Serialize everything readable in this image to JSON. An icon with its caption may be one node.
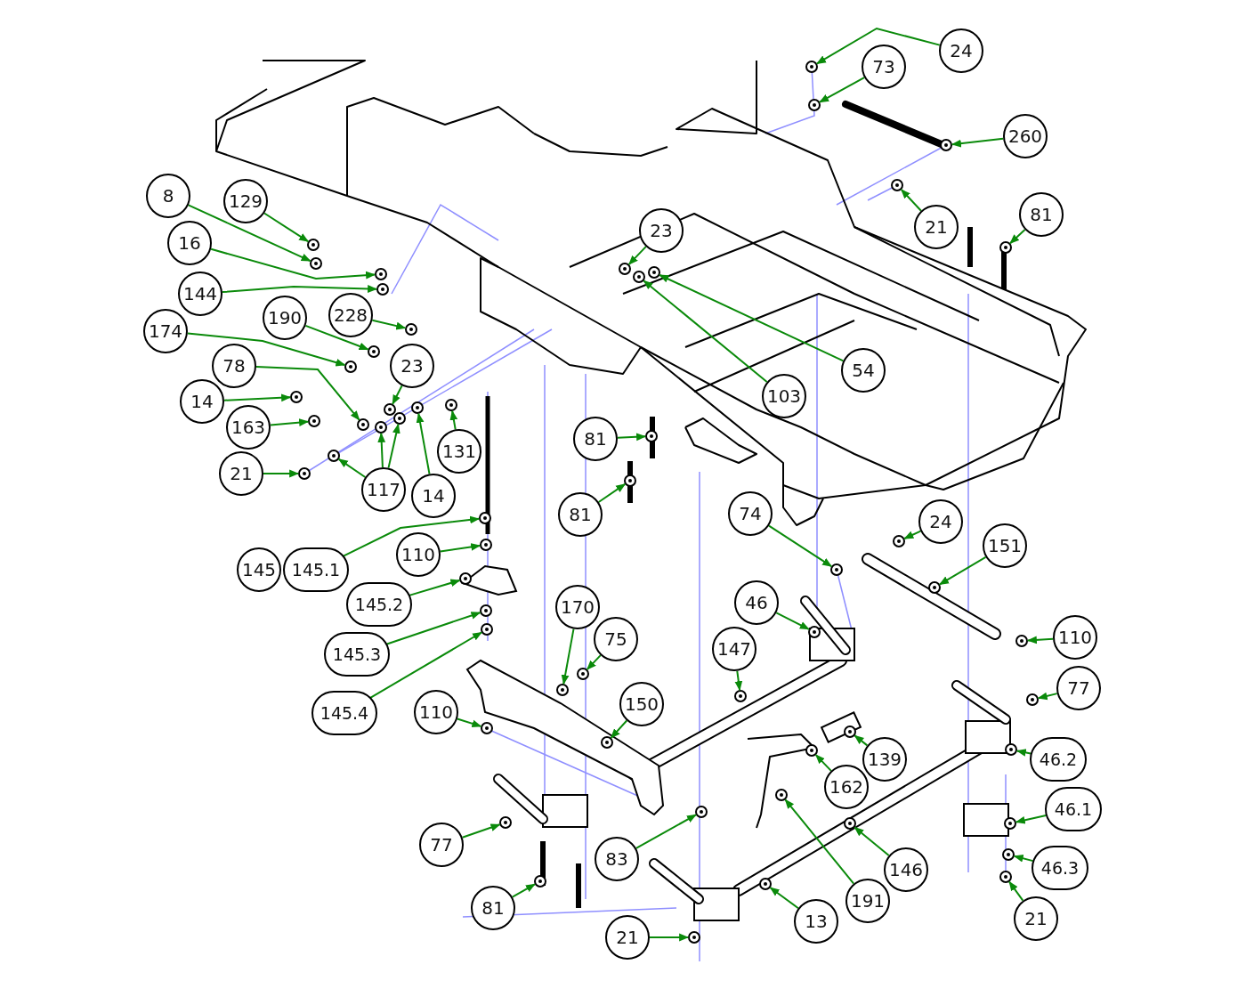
{
  "diagram": {
    "nodes": [
      {
        "text": [
          "24"
        ]
      },
      {
        "text": [
          "73"
        ]
      },
      {
        "text": [
          "260"
        ]
      },
      {
        "text": [
          "8"
        ]
      },
      {
        "text": [
          "129"
        ]
      },
      {
        "text": [
          "21"
        ]
      },
      {
        "text": [
          "81"
        ]
      },
      {
        "text": [
          "23"
        ]
      },
      {
        "text": [
          "16"
        ]
      },
      {
        "text": [
          "144"
        ]
      },
      {
        "text": [
          "190"
        ]
      },
      {
        "text": [
          "228"
        ]
      },
      {
        "text": [
          "174"
        ]
      },
      {
        "text": [
          "23"
        ]
      },
      {
        "text": [
          "78"
        ]
      },
      {
        "text": [
          "54"
        ]
      },
      {
        "text": [
          "103"
        ]
      },
      {
        "text": [
          "14"
        ]
      },
      {
        "text": [
          "163"
        ]
      },
      {
        "text": [
          "81"
        ]
      },
      {
        "text": [
          "131"
        ]
      },
      {
        "text": [
          "21"
        ]
      },
      {
        "text": [
          "117"
        ]
      },
      {
        "text": [
          "14"
        ]
      },
      {
        "text": [
          "81"
        ]
      },
      {
        "text": [
          "74"
        ]
      },
      {
        "text": [
          "24"
        ]
      },
      {
        "text": [
          "151"
        ]
      },
      {
        "text": [
          "110"
        ]
      },
      {
        "text": [
          "145"
        ]
      },
      {
        "text": [
          "145.1"
        ]
      },
      {
        "text": [
          "145.2"
        ]
      },
      {
        "text": [
          "170"
        ]
      },
      {
        "text": [
          "46"
        ]
      },
      {
        "text": [
          "75"
        ]
      },
      {
        "text": [
          "110"
        ]
      },
      {
        "text": [
          "147"
        ]
      },
      {
        "text": [
          "145.3"
        ]
      },
      {
        "text": [
          "77"
        ]
      },
      {
        "text": [
          "150"
        ]
      },
      {
        "text": [
          "110"
        ]
      },
      {
        "text": [
          "145.4"
        ]
      },
      {
        "text": [
          "139"
        ]
      },
      {
        "text": [
          "46.2"
        ]
      },
      {
        "text": [
          "162"
        ]
      },
      {
        "text": [
          "46.1"
        ]
      },
      {
        "text": [
          "77"
        ]
      },
      {
        "text": [
          "83"
        ]
      },
      {
        "text": [
          "146"
        ]
      },
      {
        "text": [
          "46.3"
        ]
      },
      {
        "text": [
          "191"
        ]
      },
      {
        "text": [
          "81"
        ]
      },
      {
        "text": [
          "13"
        ]
      },
      {
        "text": [
          "21"
        ]
      },
      {
        "text": [
          "21"
        ]
      },
      {
        "text": [],
        "shape": "picture"
      },
      {
        "text": [],
        "shape": "picture"
      },
      {
        "text": [],
        "shape": "picture"
      },
      {
        "text": [],
        "shape": "picture"
      },
      {
        "text": [],
        "shape": "picture"
      },
      {
        "text": [],
        "shape": "picture"
      },
      {
        "text": [],
        "shape": "picture"
      },
      {
        "text": [],
        "shape": "picture"
      },
      {
        "text": [],
        "shape": "picture"
      },
      {
        "text": [],
        "shape": "picture"
      },
      {
        "text": [],
        "shape": "picture"
      },
      {
        "text": [],
        "shape": "picture"
      },
      {
        "text": [],
        "shape": "picture"
      },
      {
        "text": [],
        "shape": "picture"
      },
      {
        "text": [],
        "shape": "picture"
      },
      {
        "text": [],
        "shape": "picture"
      },
      {
        "text": [],
        "shape": "picture"
      },
      {
        "text": [],
        "shape": "picture"
      },
      {
        "text": [],
        "shape": "picture"
      },
      {
        "text": [],
        "shape": "picture"
      },
      {
        "text": [],
        "shape": "picture"
      },
      {
        "text": [],
        "shape": "picture"
      },
      {
        "text": [],
        "shape": "picture"
      },
      {
        "text": [],
        "shape": "picture"
      },
      {
        "text": [],
        "shape": "picture"
      },
      {
        "text": [],
        "shape": "picture"
      },
      {
        "text": [],
        "shape": "picture"
      },
      {
        "text": [],
        "shape": "picture"
      },
      {
        "text": [],
        "shape": "picture"
      },
      {
        "text": [],
        "shape": "picture"
      },
      {
        "text": [],
        "shape": "picture"
      },
      {
        "text": [],
        "shape": "picture"
      },
      {
        "text": [],
        "shape": "picture"
      },
      {
        "text": [],
        "shape": "picture"
      },
      {
        "text": [],
        "shape": "picture"
      },
      {
        "text": [],
        "shape": "picture"
      },
      {
        "text": [],
        "shape": "picture"
      },
      {
        "text": [],
        "shape": "picture"
      },
      {
        "text": [],
        "shape": "picture"
      },
      {
        "text": [],
        "shape": "picture"
      },
      {
        "text": [],
        "shape": "picture"
      },
      {
        "text": [],
        "shape": "picture"
      },
      {
        "text": [],
        "shape": "picture"
      },
      {
        "text": [],
        "shape": "picture"
      },
      {
        "text": [],
        "shape": "picture"
      },
      {
        "text": [],
        "shape": "picture"
      },
      {
        "text": [],
        "shape": "picture"
      },
      {
        "text": [],
        "shape": "picture"
      },
      {
        "text": [],
        "shape": "picture"
      },
      {
        "text": [],
        "shape": "picture"
      },
      {
        "text": [],
        "shape": "picture"
      },
      {
        "text": [],
        "shape": "picture"
      },
      {
        "text": [],
        "shape": "picture"
      },
      {
        "text": [],
        "shape": "picture"
      },
      {
        "text": [],
        "shape": "picture"
      },
      {
        "text": [],
        "shape": "picture"
      }
    ],
    "edges": [
      {
        "from": 0,
        "to": 55,
        "arrow": "to"
      },
      {
        "from": 1,
        "to": 56,
        "arrow": "to"
      },
      {
        "from": 2,
        "to": 57,
        "arrow": "to"
      },
      {
        "from": 3,
        "to": 58,
        "arrow": "to"
      },
      {
        "from": 4,
        "to": 59,
        "arrow": "to"
      },
      {
        "from": 5,
        "to": 60,
        "arrow": "to"
      },
      {
        "from": 6,
        "to": 61,
        "arrow": "to"
      },
      {
        "from": 7,
        "to": 62,
        "arrow": "to"
      },
      {
        "from": 8,
        "to": 63,
        "arrow": "to"
      },
      {
        "from": 9,
        "to": 64,
        "arrow": "to"
      },
      {
        "from": 10,
        "to": 65,
        "arrow": "to"
      },
      {
        "from": 11,
        "to": 66,
        "arrow": "to"
      },
      {
        "from": 12,
        "to": 67,
        "arrow": "to"
      },
      {
        "from": 13,
        "to": 68,
        "arrow": "to"
      },
      {
        "from": 14,
        "to": 69,
        "arrow": "to"
      },
      {
        "from": 15,
        "to": 70,
        "arrow": "to"
      },
      {
        "from": 16,
        "to": 71,
        "arrow": "to"
      },
      {
        "from": 17,
        "to": 72,
        "arrow": "to"
      },
      {
        "from": 18,
        "to": 73,
        "arrow": "to"
      },
      {
        "from": 19,
        "to": 74,
        "arrow": "to"
      },
      {
        "from": 20,
        "to": 75,
        "arrow": "to"
      },
      {
        "from": 21,
        "to": 76,
        "arrow": "to"
      },
      {
        "from": 22,
        "to": 77,
        "arrow": "to"
      },
      {
        "from": 22,
        "to": 78,
        "arrow": "to"
      },
      {
        "from": 22,
        "to": 79,
        "arrow": "to"
      },
      {
        "from": 23,
        "to": 80,
        "arrow": "to"
      },
      {
        "from": 24,
        "to": 81,
        "arrow": "to"
      },
      {
        "from": 25,
        "to": 82,
        "arrow": "to"
      },
      {
        "from": 26,
        "to": 83,
        "arrow": "to"
      },
      {
        "from": 27,
        "to": 84,
        "arrow": "to"
      },
      {
        "from": 28,
        "to": 85,
        "arrow": "to"
      },
      {
        "from": 30,
        "to": 86,
        "arrow": "to"
      },
      {
        "from": 31,
        "to": 87,
        "arrow": "to"
      },
      {
        "from": 32,
        "to": 88,
        "arrow": "to"
      },
      {
        "from": 33,
        "to": 89,
        "arrow": "to"
      },
      {
        "from": 34,
        "to": 90,
        "arrow": "to"
      },
      {
        "from": 35,
        "to": 91,
        "arrow": "to"
      },
      {
        "from": 36,
        "to": 92,
        "arrow": "to"
      },
      {
        "from": 37,
        "to": 93,
        "arrow": "to"
      },
      {
        "from": 38,
        "to": 94,
        "arrow": "to"
      },
      {
        "from": 39,
        "to": 95,
        "arrow": "to"
      },
      {
        "from": 40,
        "to": 96,
        "arrow": "to"
      },
      {
        "from": 41,
        "to": 97,
        "arrow": "to"
      },
      {
        "from": 42,
        "to": 98,
        "arrow": "to"
      },
      {
        "from": 43,
        "to": 99,
        "arrow": "to"
      },
      {
        "from": 44,
        "to": 100,
        "arrow": "to"
      },
      {
        "from": 45,
        "to": 101,
        "arrow": "to"
      },
      {
        "from": 46,
        "to": 102,
        "arrow": "to"
      },
      {
        "from": 47,
        "to": 103,
        "arrow": "to"
      },
      {
        "from": 48,
        "to": 104,
        "arrow": "to"
      },
      {
        "from": 49,
        "to": 105,
        "arrow": "to"
      },
      {
        "from": 50,
        "to": 106,
        "arrow": "to"
      },
      {
        "from": 51,
        "to": 107,
        "arrow": "to"
      },
      {
        "from": 52,
        "to": 108,
        "arrow": "to"
      },
      {
        "from": 53,
        "to": 109,
        "arrow": "to"
      },
      {
        "from": 54,
        "to": 110,
        "arrow": "to"
      }
    ]
  }
}
